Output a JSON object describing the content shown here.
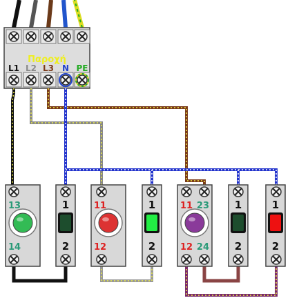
{
  "supply": {
    "title": "Παροχή",
    "terminals": [
      {
        "label": "L1",
        "color": "#111111"
      },
      {
        "label": "L2",
        "color": "#8a8a8a"
      },
      {
        "label": "L3",
        "color": "#7a3a1a"
      },
      {
        "label": "N",
        "color": "#2244cc"
      },
      {
        "label": "PE",
        "color": "#22aa22"
      }
    ]
  },
  "devices": [
    {
      "kind": "pushbutton",
      "top_label": "13",
      "bottom_label": "14",
      "label_color": "#2a9a78",
      "lamp_color": "#33bb55"
    },
    {
      "kind": "indicator",
      "top_label": "1",
      "bottom_label": "2",
      "label_color": "#111111",
      "lamp_color": "#1d4d2d"
    },
    {
      "kind": "pushbutton",
      "top_label": "11",
      "bottom_label": "12",
      "label_color": "#dd2222",
      "lamp_color": "#dd3333"
    },
    {
      "kind": "indicator",
      "top_label": "1",
      "bottom_label": "2",
      "label_color": "#111111",
      "lamp_color": "#22ee44"
    },
    {
      "kind": "doublebutton",
      "top_label": "11",
      "top_label2": "23",
      "bottom_label": "12",
      "bottom_label2": "24",
      "label_color": "#dd2222",
      "label_color2": "#2a9a78",
      "lamp_color": "#8a3a9a"
    },
    {
      "kind": "indicator",
      "top_label": "1",
      "bottom_label": "2",
      "label_color": "#111111",
      "lamp_color": "#1d4d2d"
    },
    {
      "kind": "indicator",
      "top_label": "1",
      "bottom_label": "2",
      "label_color": "#111111",
      "lamp_color": "#ee1111"
    }
  ],
  "colors": {
    "black_wire": "#111111",
    "grey_wire": "#c8c8a0",
    "brown_wire": "#7a3a3a",
    "blue_wire": "#2233cc",
    "yellow_dot": "#eeee44",
    "supply_title": "#eeee22"
  }
}
